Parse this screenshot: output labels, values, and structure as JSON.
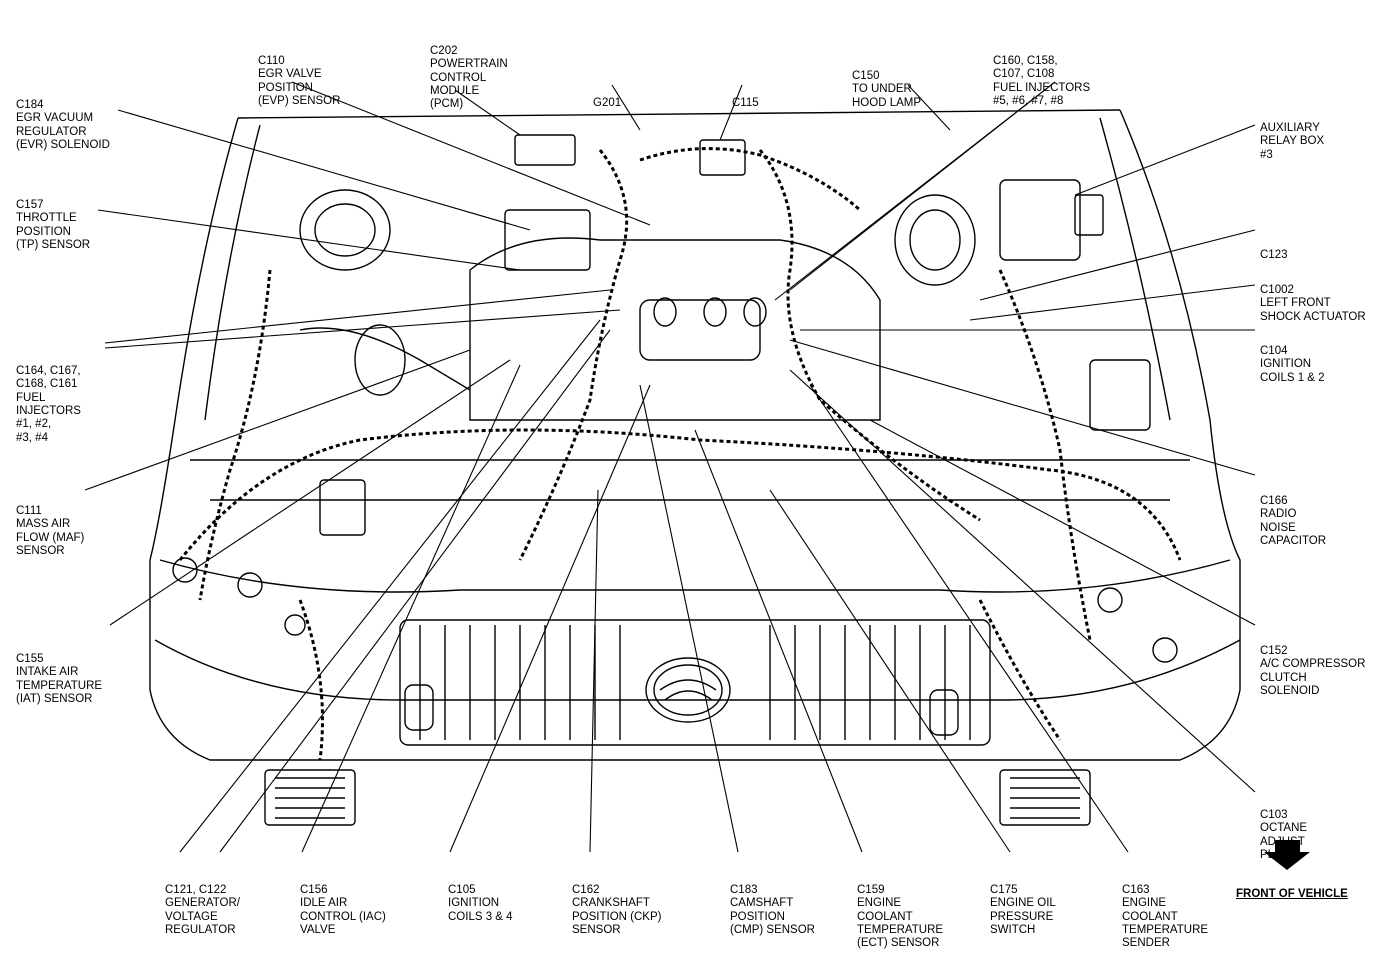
{
  "labels": {
    "c184": [
      "C184",
      "EGR VACUUM",
      "REGULATOR",
      "(EVR) SOLENOID"
    ],
    "c110": [
      "C110",
      "EGR VALVE",
      "POSITION",
      "(EVP) SENSOR"
    ],
    "c202": [
      "C202",
      "POWERTRAIN",
      "CONTROL",
      "MODULE",
      "(PCM)"
    ],
    "g201": [
      "G201"
    ],
    "c115": [
      "C115"
    ],
    "c150": [
      "C150",
      "TO UNDER",
      "HOOD LAMP"
    ],
    "c160": [
      "C160, C158,",
      "C107, C108",
      "FUEL INJECTORS",
      "#5, #6, #7, #8"
    ],
    "aux": [
      "AUXILIARY",
      "RELAY BOX",
      "#3"
    ],
    "c157": [
      "C157",
      "THROTTLE",
      "POSITION",
      "(TP) SENSOR"
    ],
    "c123": [
      "C123"
    ],
    "c1002": [
      "C1002",
      "LEFT FRONT",
      "SHOCK ACTUATOR"
    ],
    "c164": [
      "C164, C167,",
      "C168, C161",
      "FUEL",
      "INJECTORS",
      "#1, #2,",
      "#3, #4"
    ],
    "c104": [
      "C104",
      "IGNITION",
      "COILS 1 & 2"
    ],
    "c111": [
      "C111",
      "MASS AIR",
      "FLOW (MAF)",
      "SENSOR"
    ],
    "c166": [
      "C166",
      "RADIO",
      "NOISE",
      "CAPACITOR"
    ],
    "c155": [
      "C155",
      "INTAKE AIR",
      "TEMPERATURE",
      "(IAT) SENSOR"
    ],
    "c152": [
      "C152",
      "A/C COMPRESSOR",
      "CLUTCH",
      "SOLENOID"
    ],
    "c103": [
      "C103",
      "OCTANE",
      "ADJUST",
      "PLUG"
    ],
    "c121": [
      "C121, C122",
      "GENERATOR/",
      "VOLTAGE",
      "REGULATOR"
    ],
    "c156": [
      "C156",
      "IDLE AIR",
      "CONTROL (IAC)",
      "VALVE"
    ],
    "c105": [
      "C105",
      "IGNITION",
      "COILS 3 & 4"
    ],
    "c162": [
      "C162",
      "CRANKSHAFT",
      "POSITION (CKP)",
      "SENSOR"
    ],
    "c183": [
      "C183",
      "CAMSHAFT",
      "POSITION",
      "(CMP) SENSOR"
    ],
    "c159": [
      "C159",
      "ENGINE",
      "COOLANT",
      "TEMPERATURE",
      "(ECT) SENSOR"
    ],
    "c175": [
      "C175",
      "ENGINE OIL",
      "PRESSURE",
      "SWITCH"
    ],
    "c163": [
      "C163",
      "ENGINE",
      "COOLANT",
      "TEMPERATURE",
      "SENDER"
    ]
  },
  "front_of_vehicle": "FRONT OF VEHICLE",
  "colors": {
    "ink": "#000000",
    "background": "#ffffff"
  }
}
